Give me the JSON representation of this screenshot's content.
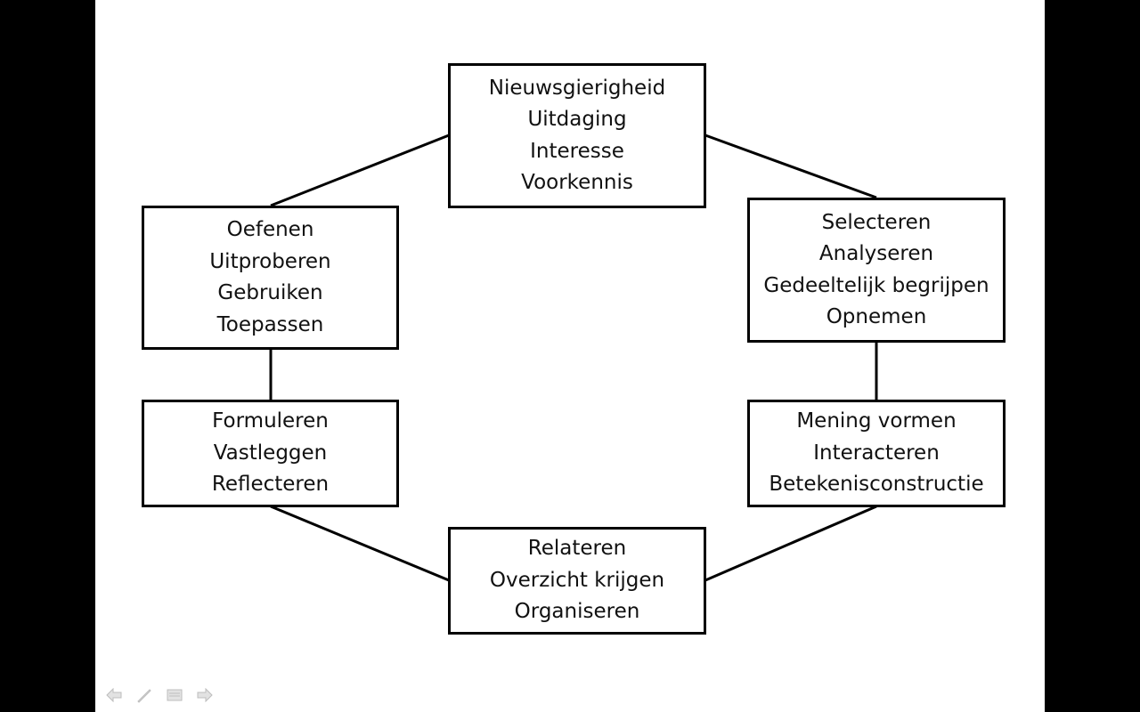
{
  "diagram": {
    "boxes": {
      "top": [
        "Nieuwsgierigheid",
        "Uitdaging",
        "Interesse",
        "Voorkennis"
      ],
      "upper_right": [
        "Selecteren",
        "Analyseren",
        "Gedeeltelijk begrijpen",
        "Opnemen"
      ],
      "lower_right": [
        "Mening vormen",
        "Interacteren",
        "Betekenisconstructie"
      ],
      "bottom": [
        "Relateren",
        "Overzicht krijgen",
        "Organiseren"
      ],
      "lower_left": [
        "Formuleren",
        "Vastleggen",
        "Reflecteren"
      ],
      "upper_left": [
        "Oefenen",
        "Uitproberen",
        "Gebruiken",
        "Toepassen"
      ]
    }
  },
  "slide_nav": {
    "icons": [
      "previous-arrow-icon",
      "pen-icon",
      "menu-icon",
      "next-arrow-icon"
    ],
    "color": "#c8c8c8"
  }
}
